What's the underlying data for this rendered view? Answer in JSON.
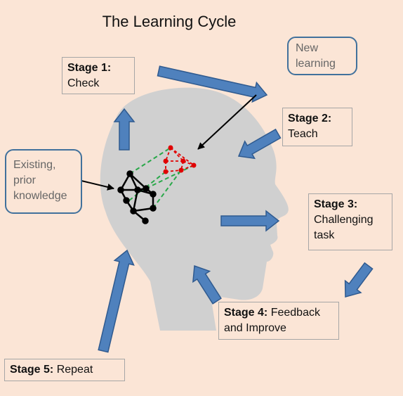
{
  "title": "The Learning Cycle",
  "stages": [
    {
      "label": "Stage 1:",
      "text": "Check"
    },
    {
      "label": "Stage 2:",
      "text": "Teach"
    },
    {
      "label": "Stage 3:",
      "text": "Challenging task"
    },
    {
      "label": "Stage 4:",
      "text": "Feedback and Improve"
    },
    {
      "label": "Stage 5:",
      "text": "Repeat"
    }
  ],
  "callouts": {
    "new_learning": "New learning",
    "prior_knowledge": "Existing, prior knowledge"
  },
  "colors": {
    "background": "#fbe5d6",
    "head": "#d0d0d0",
    "arrow_fill": "#4f81bd",
    "arrow_stroke": "#2f5a8f",
    "callout_border": "#41719c",
    "network_old": "#000000",
    "network_new": "#e00000",
    "connector": "#2aa84a"
  }
}
